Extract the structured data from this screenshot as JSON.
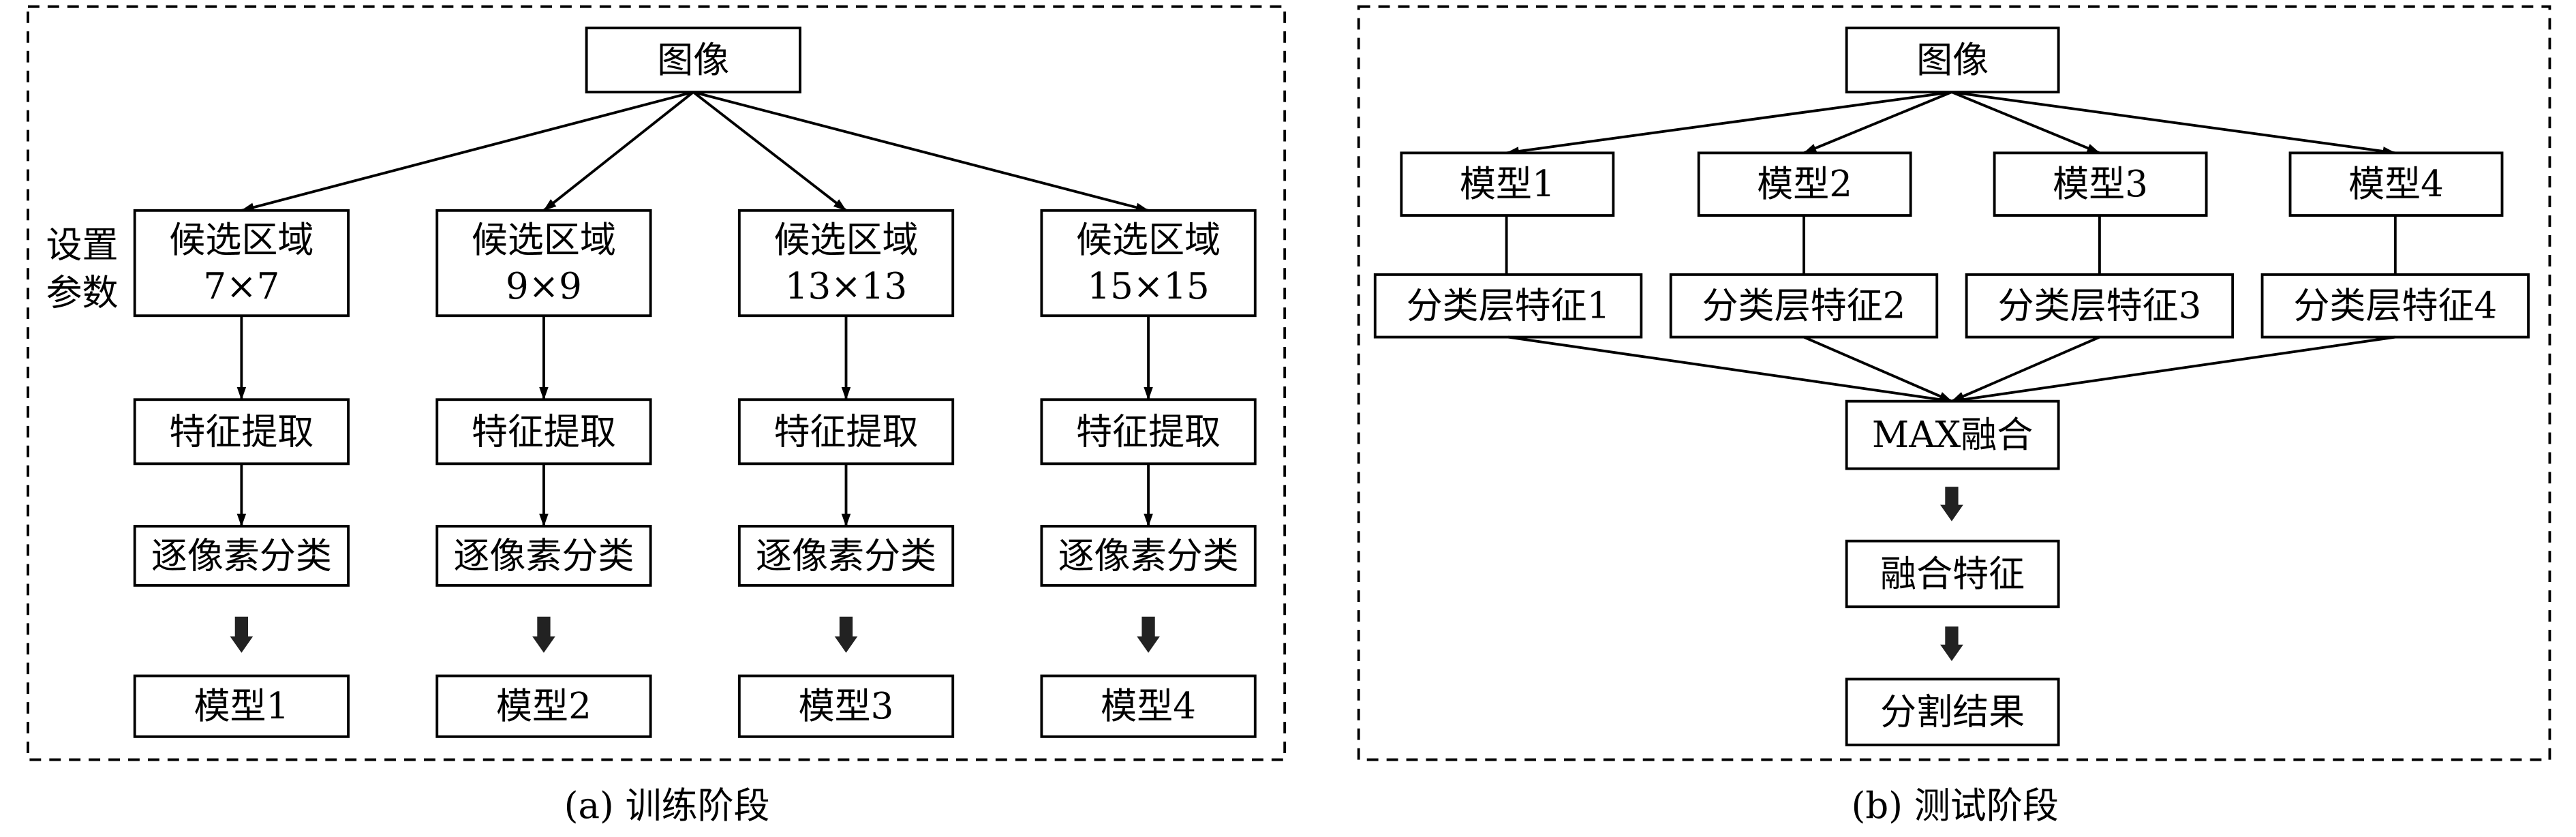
{
  "training": {
    "caption": "(a) 训练阶段",
    "image_label": "图像",
    "setup_label_line1": "设置",
    "setup_label_line2": "参数",
    "branches": [
      {
        "region_line1": "候选区域",
        "region_line2": "7×7",
        "extract": "特征提取",
        "classify": "逐像素分类",
        "model": "模型1"
      },
      {
        "region_line1": "候选区域",
        "region_line2": "9×9",
        "extract": "特征提取",
        "classify": "逐像素分类",
        "model": "模型2"
      },
      {
        "region_line1": "候选区域",
        "region_line2": "13×13",
        "extract": "特征提取",
        "classify": "逐像素分类",
        "model": "模型3"
      },
      {
        "region_line1": "候选区域",
        "region_line2": "15×15",
        "extract": "特征提取",
        "classify": "逐像素分类",
        "model": "模型4"
      }
    ]
  },
  "testing": {
    "caption": "(b) 测试阶段",
    "image_label": "图像",
    "branches": [
      {
        "model": "模型1",
        "feature": "分类层特征1"
      },
      {
        "model": "模型2",
        "feature": "分类层特征2"
      },
      {
        "model": "模型3",
        "feature": "分类层特征3"
      },
      {
        "model": "模型4",
        "feature": "分类层特征4"
      }
    ],
    "fusion": "MAX融合",
    "fused_feature": "融合特征",
    "result": "分割结果"
  }
}
